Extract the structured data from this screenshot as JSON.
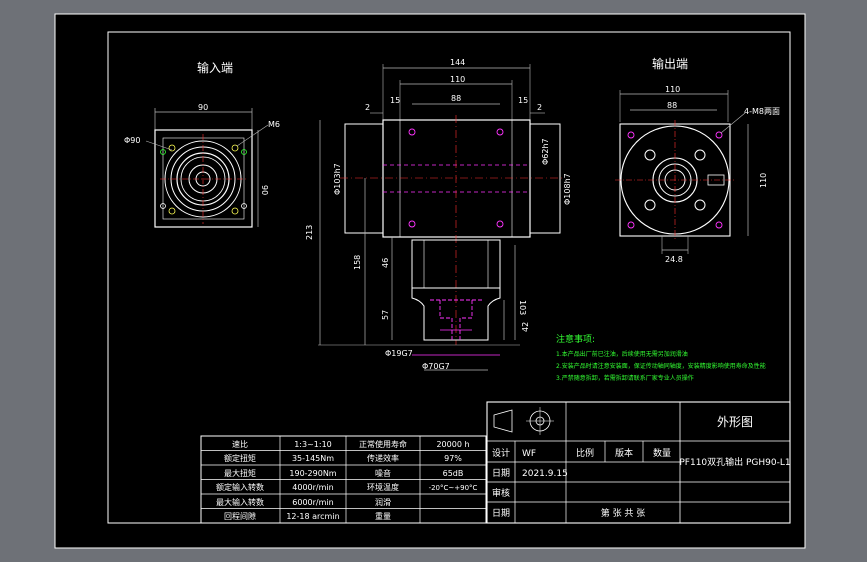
{
  "colors": {
    "background": "#6e7177",
    "sheet": "#000000",
    "lines": "#ffffff",
    "dims": "#b8b8b8",
    "center": "#ff3030",
    "magenta": "#ff33ff",
    "green": "#33ff33",
    "yellow": "#ffff55"
  },
  "views": {
    "input_title": "输入端",
    "output_title": "输出端"
  },
  "dims_left": {
    "top": "90",
    "side": "90",
    "phi": "Φ90",
    "bolt": "M6"
  },
  "dims_center": {
    "d144": "144",
    "d110": "110",
    "d88": "88",
    "d15a": "15",
    "d15b": "15",
    "d2a": "2",
    "d2b": "2",
    "phi103": "Φ103h7",
    "phi62": "Φ62h7",
    "phi108": "Φ108h7",
    "d213": "213",
    "d158": "158",
    "d46": "46",
    "d57": "57",
    "d103": "103",
    "d42": "42",
    "phi19": "Φ19G7",
    "phi70": "Φ70G7"
  },
  "dims_right": {
    "d110": "110",
    "d88": "88",
    "holes": "4-M8两面",
    "side110": "110",
    "d24": "24.8"
  },
  "notes": {
    "title": "注意事项:",
    "lines": [
      "1.本产品出厂前已注油，后续使用无需另加润滑油",
      "2.安装产品时请注意安装面，保证传动轴同轴度，安装精度影响使用寿命及性能",
      "3.严禁随意拆卸，若需拆卸请联系厂家专业人员操作"
    ]
  },
  "spec_table": {
    "rows": [
      [
        "速比",
        "1:3~1:10",
        "正常使用寿命",
        "20000 h"
      ],
      [
        "额定扭矩",
        "35-145Nm",
        "传递效率",
        "97%"
      ],
      [
        "最大扭矩",
        "190-290Nm",
        "噪音",
        "65dB"
      ],
      [
        "额定输入转数",
        "4000r/min",
        "环境温度",
        "-20°C~+90°C"
      ],
      [
        "最大输入转数",
        "6000r/min",
        "润滑",
        ""
      ],
      [
        "回程间隙",
        "12-18 arcmin",
        "重量",
        ""
      ]
    ]
  },
  "title_block": {
    "drawing_title": "外形图",
    "design_label": "设计",
    "design_value": "WF",
    "scale_label": "比例",
    "version_label": "版本",
    "qty_label": "数量",
    "date_label": "日期",
    "date_value": "2021.9.15",
    "product": "PF110双孔输出 PGH90-L1",
    "review_label": "审核",
    "date2_label": "日期",
    "sheet_text": "第  张  共  张"
  }
}
